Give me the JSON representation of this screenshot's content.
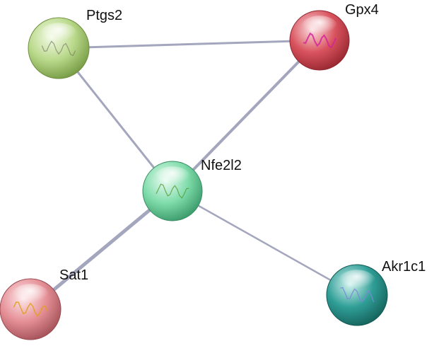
{
  "network": {
    "nodes": [
      {
        "id": "ptgs2",
        "label": "Ptgs2",
        "color": "#b9d98a"
      },
      {
        "id": "gpx4",
        "label": "Gpx4",
        "color": "#d9535e"
      },
      {
        "id": "nfe2l2",
        "label": "Nfe2l2",
        "color": "#7fdcaa"
      },
      {
        "id": "sat1",
        "label": "Sat1",
        "color": "#e58f96"
      },
      {
        "id": "akr1c1",
        "label": "Akr1c1",
        "color": "#2f9e96"
      }
    ],
    "edges": [
      {
        "source": "ptgs2",
        "target": "gpx4"
      },
      {
        "source": "ptgs2",
        "target": "nfe2l2"
      },
      {
        "source": "gpx4",
        "target": "nfe2l2"
      },
      {
        "source": "nfe2l2",
        "target": "sat1"
      },
      {
        "source": "nfe2l2",
        "target": "akr1c1"
      }
    ]
  }
}
